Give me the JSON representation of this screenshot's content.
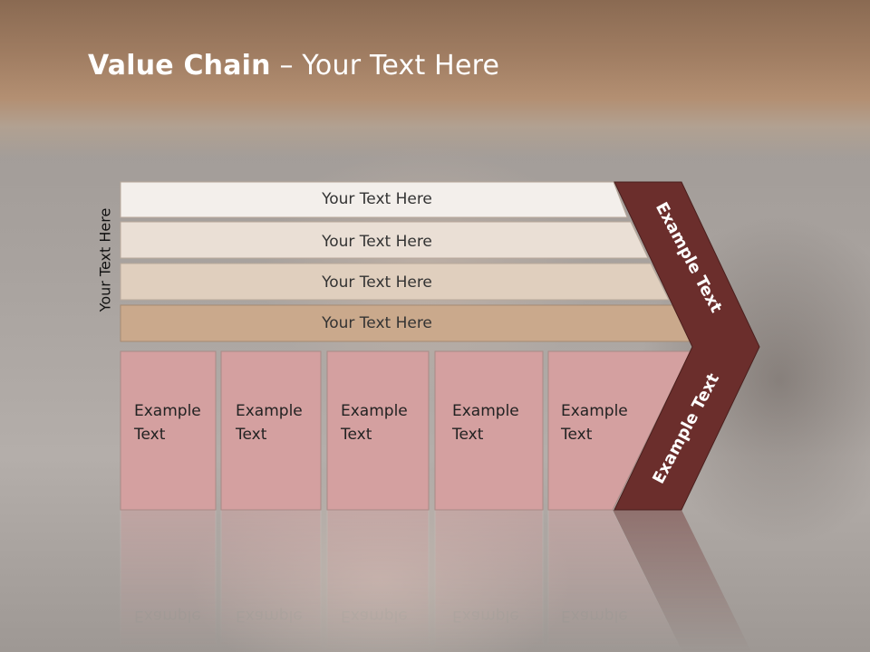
{
  "slide": {
    "title_bold": "Value Chain",
    "title_rest": " – Your Text Here",
    "vertical_label": "Your Text Here"
  },
  "bars": [
    {
      "label": "Your Text Here",
      "color": "#f3efeb"
    },
    {
      "label": "Your Text Here",
      "color": "#eadfd5"
    },
    {
      "label": "Your Text Here",
      "color": "#e0cfbe"
    },
    {
      "label": "Your Text Here",
      "color": "#caa98c"
    }
  ],
  "cells": [
    {
      "line1": "Example",
      "line2": "Text"
    },
    {
      "line1": "Example",
      "line2": "Text"
    },
    {
      "line1": "Example",
      "line2": "Text"
    },
    {
      "line1": "Example",
      "line2": "Text"
    },
    {
      "line1": "Example",
      "line2": "Text"
    }
  ],
  "chevron": {
    "upper_label": "Example Text",
    "lower_label": "Example Text",
    "color": "#6b2e2c"
  },
  "colors": {
    "cell_fill": "#d4a0a0",
    "title": "#ffffff"
  }
}
